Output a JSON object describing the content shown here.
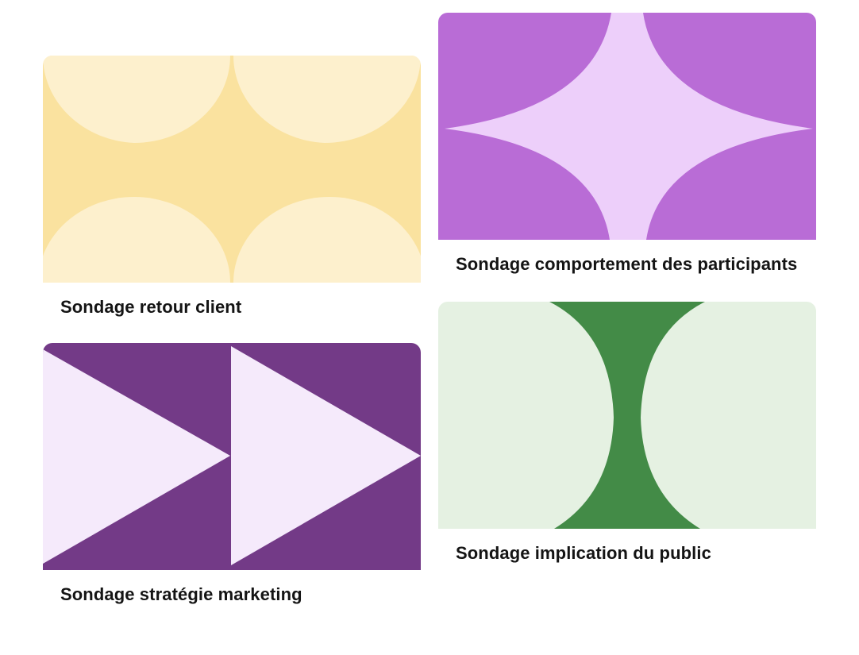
{
  "templates": [
    {
      "title": "Sondage retour client",
      "thumbnail_icon": "semicircles-pattern",
      "colors": {
        "base": "#FAE29F",
        "accent": "#FDF0CD"
      }
    },
    {
      "title": "Sondage comportement des participants",
      "thumbnail_icon": "four-point-star-pattern",
      "colors": {
        "base": "#B96CD6",
        "accent": "#EDCFFA"
      }
    },
    {
      "title": "Sondage stratégie marketing",
      "thumbnail_icon": "fast-forward-triangles-pattern",
      "colors": {
        "base": "#733A87",
        "accent": "#F5EAFB"
      }
    },
    {
      "title": "Sondage implication du public",
      "thumbnail_icon": "hourglass-curves-pattern",
      "colors": {
        "base": "#E5F1E2",
        "accent": "#438B47"
      }
    }
  ]
}
